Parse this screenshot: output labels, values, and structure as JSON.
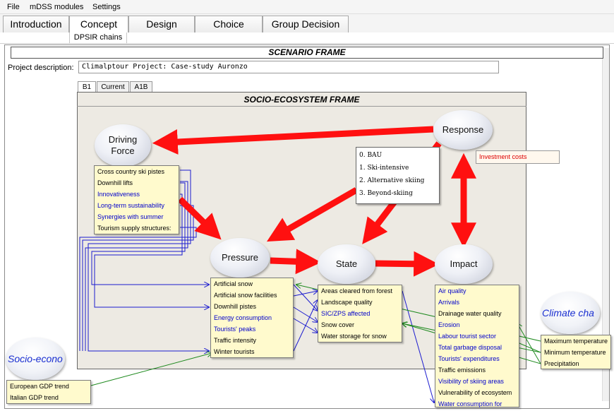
{
  "menu": {
    "file": "File",
    "mdss": "mDSS modules",
    "settings": "Settings"
  },
  "tabs": [
    "Introduction",
    "Concept",
    "Design",
    "Choice",
    "Group Decision"
  ],
  "subtab": "DPSIR chains",
  "scenario_frame": {
    "title": "SCENARIO  FRAME",
    "project_label": "Project description:",
    "project_value": "Climalptour Project: Case-study Auronzo"
  },
  "scenario_tabs": [
    "B1",
    "Current",
    "A1B"
  ],
  "eco_frame_title": "SOCIO-ECOSYSTEM FRAME",
  "nodes": {
    "driving_force": {
      "line1": "Driving",
      "line2": "Force"
    },
    "pressure": "Pressure",
    "state": "State",
    "impact": "Impact",
    "response": "Response"
  },
  "driving_force_items": [
    {
      "label": "Cross country ski pistes",
      "color": "black"
    },
    {
      "label": "Downhill lifts",
      "color": "black"
    },
    {
      "label": "Innovativeness",
      "color": "blue"
    },
    {
      "label": "Long-term sustainability",
      "color": "blue"
    },
    {
      "label": "Synergies with summer",
      "color": "blue"
    },
    {
      "label": "Tourism supply structures:",
      "color": "black"
    }
  ],
  "pressure_items": [
    {
      "label": "Artificial snow",
      "color": "black"
    },
    {
      "label": "Artificial snow facilities",
      "color": "black"
    },
    {
      "label": "Downhill pistes",
      "color": "black"
    },
    {
      "label": "Energy consumption",
      "color": "blue"
    },
    {
      "label": "Tourists' peaks",
      "color": "blue"
    },
    {
      "label": "Traffic intensity",
      "color": "black"
    },
    {
      "label": "Winter tourists",
      "color": "black"
    }
  ],
  "state_items": [
    {
      "label": "Areas cleared from forest",
      "color": "black"
    },
    {
      "label": "Landscape quality",
      "color": "black"
    },
    {
      "label": "SIC/ZPS affected",
      "color": "blue"
    },
    {
      "label": "Snow cover",
      "color": "black"
    },
    {
      "label": "Water storage for snow",
      "color": "black"
    }
  ],
  "impact_items": [
    {
      "label": "Air quality",
      "color": "blue"
    },
    {
      "label": "Arrivals",
      "color": "blue"
    },
    {
      "label": "Drainage water quality",
      "color": "black"
    },
    {
      "label": "Erosion",
      "color": "blue"
    },
    {
      "label": "Labour tourist sector",
      "color": "blue"
    },
    {
      "label": "Total garbage disposal",
      "color": "blue"
    },
    {
      "label": "Tourists' expenditures",
      "color": "blue"
    },
    {
      "label": "Traffic emissions",
      "color": "black"
    },
    {
      "label": "Visibility of skiing areas",
      "color": "blue"
    },
    {
      "label": "Vulnerability of ecosystem",
      "color": "black"
    },
    {
      "label": "Water consumption for",
      "color": "blue"
    }
  ],
  "response_options": [
    "0. BAU",
    "1. Ski-intensive",
    "2. Alternative skiing",
    "3. Beyond-skiing"
  ],
  "investment_label": "Investment costs",
  "climate": {
    "title": "Climate cha",
    "items": [
      "Maximum temperature",
      "Minimum temperature",
      "Precipitation"
    ]
  },
  "socio": {
    "title": "Socio-econo",
    "items": [
      "European GDP trend",
      "Italian GDP trend"
    ]
  },
  "colors": {
    "arrow_red": "#ff1010",
    "link_blue": "#1c1ccf",
    "link_green": "#1f8a1f",
    "box_fill": "#fffacd",
    "frame_fill": "#edeae3"
  }
}
